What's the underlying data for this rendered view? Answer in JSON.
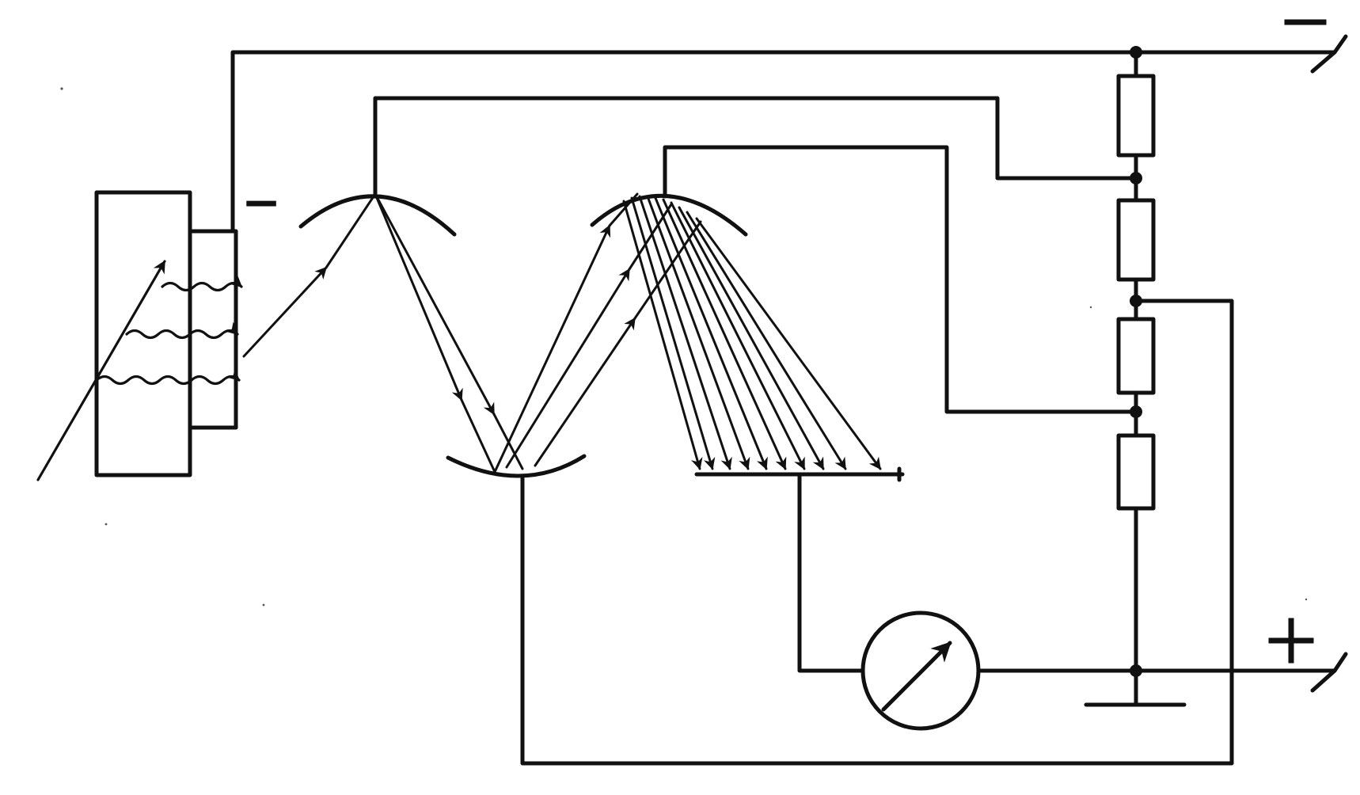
{
  "diagram": {
    "colors": {
      "ink": "#111111",
      "paper": "#ffffff"
    },
    "terminals": {
      "negative": {
        "symbol": "−",
        "icon": "minus-sign"
      },
      "positive": {
        "symbol": "+",
        "icon": "plus-sign"
      }
    },
    "photocathode": {
      "polarity_mark": "−"
    },
    "dynode_stages": 3,
    "voltage_divider_resistors": 4,
    "anode_rays": 10,
    "meter": {
      "icon": "galvanometer-arrow"
    }
  }
}
